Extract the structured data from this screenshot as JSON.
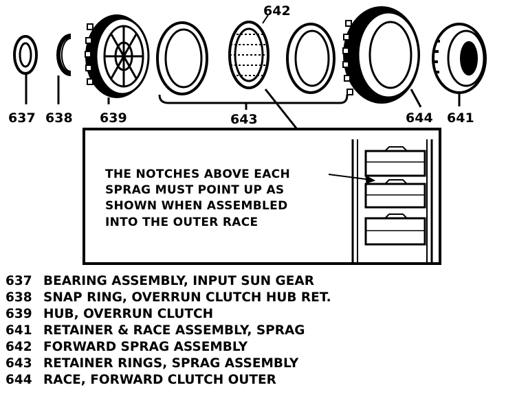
{
  "callouts": {
    "p637": "637",
    "p638": "638",
    "p639": "639",
    "p642": "642",
    "p643": "643",
    "p644": "644",
    "p641": "641"
  },
  "note": {
    "lines": [
      "THE NOTCHES ABOVE EACH",
      "SPRAG MUST POINT UP AS",
      "SHOWN WHEN ASSEMBLED",
      "INTO THE OUTER RACE"
    ]
  },
  "legend": [
    {
      "num": "637",
      "text": "BEARING ASSEMBLY, INPUT SUN GEAR"
    },
    {
      "num": "638",
      "text": "SNAP RING, OVERRUN CLUTCH HUB RET."
    },
    {
      "num": "639",
      "text": "HUB, OVERRUN CLUTCH"
    },
    {
      "num": "641",
      "text": "RETAINER & RACE ASSEMBLY, SPRAG"
    },
    {
      "num": "642",
      "text": "FORWARD SPRAG ASSEMBLY"
    },
    {
      "num": "643",
      "text": "RETAINER RINGS, SPRAG ASSEMBLY"
    },
    {
      "num": "644",
      "text": "RACE, FORWARD CLUTCH OUTER"
    }
  ]
}
